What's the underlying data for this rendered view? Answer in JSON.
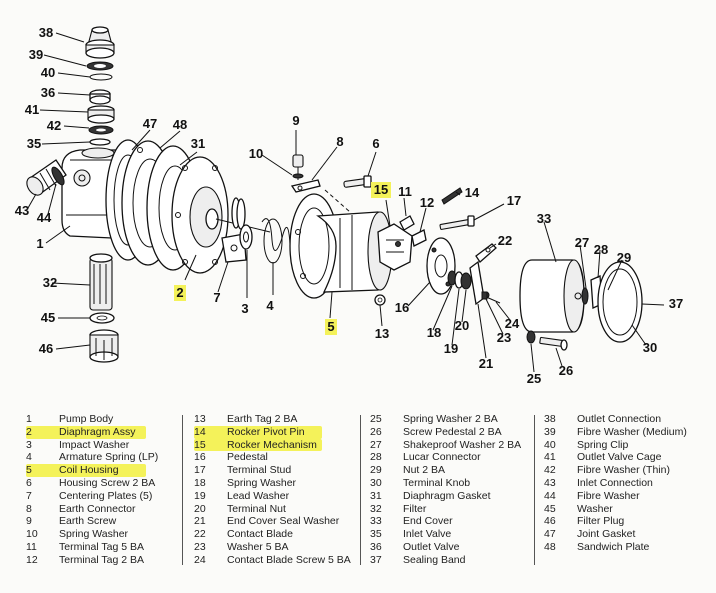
{
  "callouts": [
    {
      "n": "38",
      "hl": false
    },
    {
      "n": "39",
      "hl": false
    },
    {
      "n": "40",
      "hl": false
    },
    {
      "n": "36",
      "hl": false
    },
    {
      "n": "41",
      "hl": false
    },
    {
      "n": "42",
      "hl": false
    },
    {
      "n": "35",
      "hl": false
    },
    {
      "n": "47",
      "hl": false
    },
    {
      "n": "48",
      "hl": false
    },
    {
      "n": "31",
      "hl": false
    },
    {
      "n": "43",
      "hl": false
    },
    {
      "n": "44",
      "hl": false
    },
    {
      "n": "1",
      "hl": false
    },
    {
      "n": "32",
      "hl": false
    },
    {
      "n": "45",
      "hl": false
    },
    {
      "n": "46",
      "hl": false
    },
    {
      "n": "2",
      "hl": true
    },
    {
      "n": "7",
      "hl": false
    },
    {
      "n": "3",
      "hl": false
    },
    {
      "n": "4",
      "hl": false
    },
    {
      "n": "9",
      "hl": false
    },
    {
      "n": "10",
      "hl": false
    },
    {
      "n": "8",
      "hl": false
    },
    {
      "n": "6",
      "hl": false
    },
    {
      "n": "5",
      "hl": true
    },
    {
      "n": "15",
      "hl": true
    },
    {
      "n": "11",
      "hl": false
    },
    {
      "n": "12",
      "hl": false
    },
    {
      "n": "13",
      "hl": false
    },
    {
      "n": "14",
      "hl": false
    },
    {
      "n": "17",
      "hl": false
    },
    {
      "n": "16",
      "hl": false
    },
    {
      "n": "18",
      "hl": false
    },
    {
      "n": "19",
      "hl": false
    },
    {
      "n": "20",
      "hl": false
    },
    {
      "n": "21",
      "hl": false
    },
    {
      "n": "22",
      "hl": false
    },
    {
      "n": "23",
      "hl": false
    },
    {
      "n": "24",
      "hl": false
    },
    {
      "n": "33",
      "hl": false
    },
    {
      "n": "27",
      "hl": false
    },
    {
      "n": "28",
      "hl": false
    },
    {
      "n": "29",
      "hl": false
    },
    {
      "n": "37",
      "hl": false
    },
    {
      "n": "30",
      "hl": false
    },
    {
      "n": "25",
      "hl": false
    },
    {
      "n": "26",
      "hl": false
    }
  ],
  "legend": [
    [
      {
        "num": "1",
        "name": "Pump Body",
        "hl": false
      },
      {
        "num": "2",
        "name": "Diaphragm Assy",
        "hl": true
      },
      {
        "num": "3",
        "name": "Impact Washer",
        "hl": false
      },
      {
        "num": "4",
        "name": "Armature Spring (LP)",
        "hl": false
      },
      {
        "num": "5",
        "name": "Coil Housing",
        "hl": true
      },
      {
        "num": "6",
        "name": "Housing Screw 2 BA",
        "hl": false
      },
      {
        "num": "7",
        "name": "Centering Plates (5)",
        "hl": false
      },
      {
        "num": "8",
        "name": "Earth Connector",
        "hl": false
      },
      {
        "num": "9",
        "name": "Earth Screw",
        "hl": false
      },
      {
        "num": "10",
        "name": "Spring Washer",
        "hl": false
      },
      {
        "num": "11",
        "name": "Terminal Tag 5 BA",
        "hl": false
      },
      {
        "num": "12",
        "name": "Terminal Tag 2 BA",
        "hl": false
      }
    ],
    [
      {
        "num": "13",
        "name": "Earth Tag 2 BA",
        "hl": false
      },
      {
        "num": "14",
        "name": "Rocker Pivot Pin",
        "hl": true
      },
      {
        "num": "15",
        "name": "Rocker Mechanism",
        "hl": true
      },
      {
        "num": "16",
        "name": "Pedestal",
        "hl": false
      },
      {
        "num": "17",
        "name": "Terminal Stud",
        "hl": false
      },
      {
        "num": "18",
        "name": "Spring Washer",
        "hl": false
      },
      {
        "num": "19",
        "name": "Lead Washer",
        "hl": false
      },
      {
        "num": "20",
        "name": "Terminal Nut",
        "hl": false
      },
      {
        "num": "21",
        "name": "End Cover Seal Washer",
        "hl": false
      },
      {
        "num": "22",
        "name": "Contact Blade",
        "hl": false
      },
      {
        "num": "23",
        "name": "Washer 5 BA",
        "hl": false
      },
      {
        "num": "24",
        "name": "Contact Blade Screw 5 BA",
        "hl": false
      }
    ],
    [
      {
        "num": "25",
        "name": "Spring Washer 2 BA",
        "hl": false
      },
      {
        "num": "26",
        "name": "Screw Pedestal 2 BA",
        "hl": false
      },
      {
        "num": "27",
        "name": "Shakeproof Washer 2 BA",
        "hl": false
      },
      {
        "num": "28",
        "name": "Lucar Connector",
        "hl": false
      },
      {
        "num": "29",
        "name": "Nut 2 BA",
        "hl": false
      },
      {
        "num": "30",
        "name": "Terminal Knob",
        "hl": false
      },
      {
        "num": "31",
        "name": "Diaphragm Gasket",
        "hl": false
      },
      {
        "num": "32",
        "name": "Filter",
        "hl": false
      },
      {
        "num": "33",
        "name": "End Cover",
        "hl": false
      },
      {
        "num": "35",
        "name": "Inlet Valve",
        "hl": false
      },
      {
        "num": "36",
        "name": "Outlet Valve",
        "hl": false
      },
      {
        "num": "37",
        "name": "Sealing Band",
        "hl": false
      }
    ],
    [
      {
        "num": "38",
        "name": "Outlet Connection",
        "hl": false
      },
      {
        "num": "39",
        "name": "Fibre Washer (Medium)",
        "hl": false
      },
      {
        "num": "40",
        "name": "Spring Clip",
        "hl": false
      },
      {
        "num": "41",
        "name": "Outlet Valve Cage",
        "hl": false
      },
      {
        "num": "42",
        "name": "Fibre Washer (Thin)",
        "hl": false
      },
      {
        "num": "43",
        "name": "Inlet Connection",
        "hl": false
      },
      {
        "num": "44",
        "name": "Fibre Washer",
        "hl": false
      },
      {
        "num": "45",
        "name": "Washer",
        "hl": false
      },
      {
        "num": "46",
        "name": "Filter Plug",
        "hl": false
      },
      {
        "num": "47",
        "name": "Joint Gasket",
        "hl": false
      },
      {
        "num": "48",
        "name": "Sandwich Plate",
        "hl": false
      }
    ]
  ]
}
